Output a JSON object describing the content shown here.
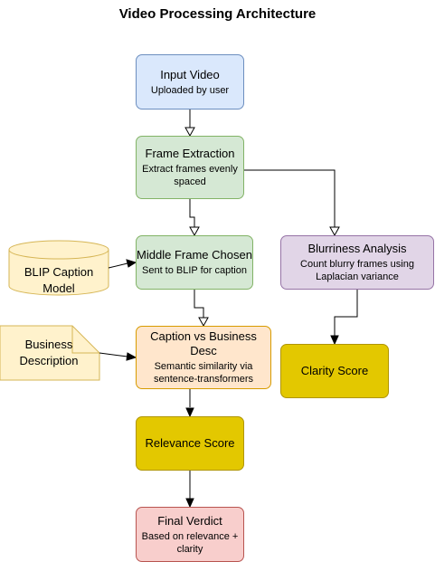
{
  "title": "Video Processing Architecture",
  "nodes": {
    "input_video": {
      "title": "Input Video",
      "subtitle": "Uploaded by user"
    },
    "frame_extraction": {
      "title": "Frame Extraction",
      "subtitle": "Extract frames evenly spaced"
    },
    "middle_frame": {
      "title": "Middle Frame Chosen",
      "subtitle": "Sent to BLIP for caption"
    },
    "caption_vs_business": {
      "title": "Caption vs Business Desc",
      "subtitle": "Semantic similarity via sentence-transformers"
    },
    "relevance_score": {
      "title": "Relevance Score"
    },
    "final_verdict": {
      "title": "Final Verdict",
      "subtitle": "Based on relevance + clarity"
    },
    "blurriness": {
      "title": "Blurriness Analysis",
      "subtitle": "Count blurry frames using Laplacian variance"
    },
    "clarity_score": {
      "title": "Clarity Score"
    },
    "blip_model": {
      "title": "BLIP Caption Model"
    },
    "business_description": {
      "title": "Business Description"
    }
  },
  "colors": {
    "blue_fill": "#dae8fc",
    "green_fill": "#d5e8d4",
    "orange_fill": "#ffe6cc",
    "purple_fill": "#e1d5e7",
    "gold_fill": "#e3c800",
    "red_fill": "#f8cecc",
    "cylinder_fill": "#fff2cc",
    "note_fill": "#fff2cc"
  }
}
